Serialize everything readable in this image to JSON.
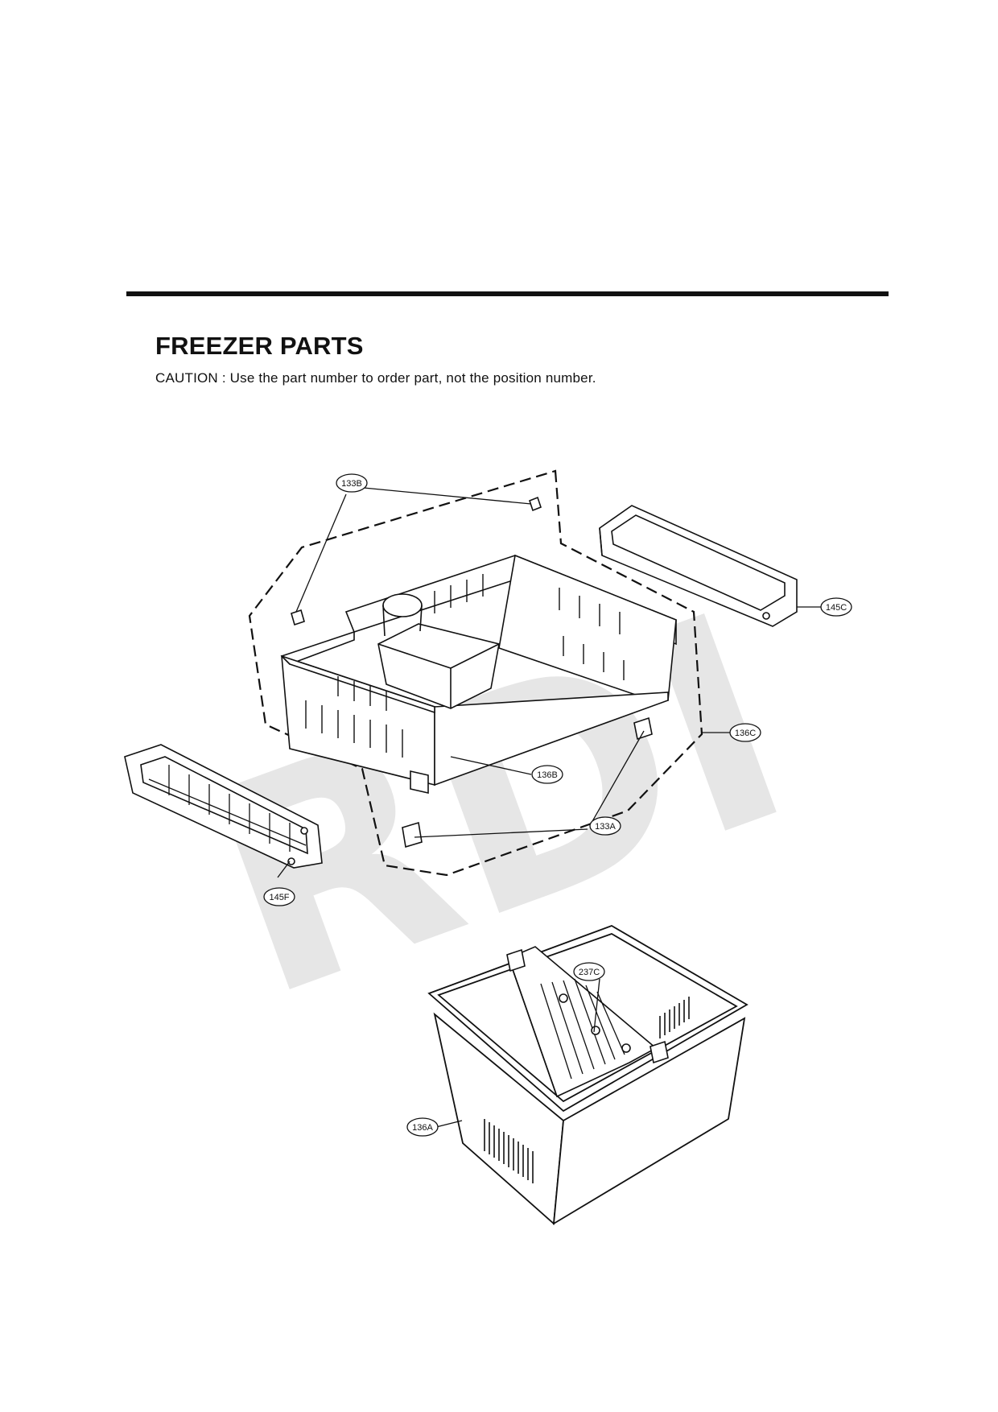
{
  "header": {
    "title": "FREEZER PARTS",
    "caution": "CAUTION : Use the part number to order part, not the position number."
  },
  "watermark": {
    "text": "RDI",
    "color": "#e6e6e6"
  },
  "callouts": {
    "p133B": "133B",
    "p145C": "145C",
    "p136C": "136C",
    "p136B": "136B",
    "p133A": "133A",
    "p145F": "145F",
    "p237C": "237C",
    "p136A": "136A"
  }
}
